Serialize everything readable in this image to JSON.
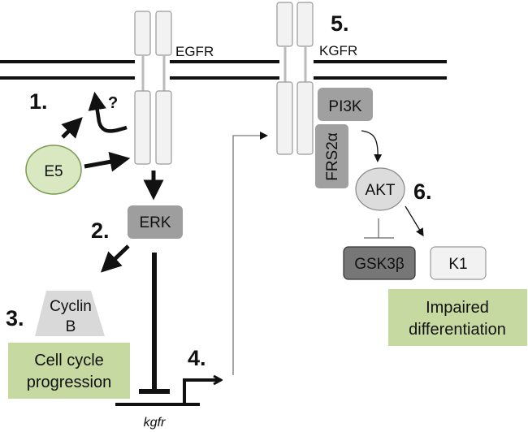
{
  "receptors": {
    "egfr": "EGFR",
    "kgfr": "KGFR"
  },
  "steps": {
    "s1": "1.",
    "s2": "2.",
    "s3": "3.",
    "s4": "4.",
    "s5": "5.",
    "s6": "6."
  },
  "nodes": {
    "e5": "E5",
    "question": "?",
    "erk": "ERK",
    "cyclin_line1": "Cyclin",
    "cyclin_line2": "B",
    "pi3k": "PI3K",
    "frs2a": "FRS2α",
    "akt": "AKT",
    "gsk3b": "GSK3β",
    "k1": "K1",
    "gene": "kgfr"
  },
  "outcomes": {
    "cell_cycle_line1": "Cell cycle",
    "cell_cycle_line2": "progression",
    "impaired_line1": "Impaired",
    "impaired_line2": "differentiation"
  },
  "colors": {
    "outcome_fill": "#c5d9a0",
    "e5_fill": "#d9e8c0",
    "e5_stroke": "#7a9a50",
    "erk_fill": "#9e9e9e",
    "pi3k_fill": "#a0a0a0",
    "gsk3b_fill": "#777777",
    "k1_fill": "#f2f2f2",
    "akt_fill": "#dcdcdc",
    "cyclin_fill": "#d9d9d9",
    "receptor_fill": "#f2f2f2"
  }
}
